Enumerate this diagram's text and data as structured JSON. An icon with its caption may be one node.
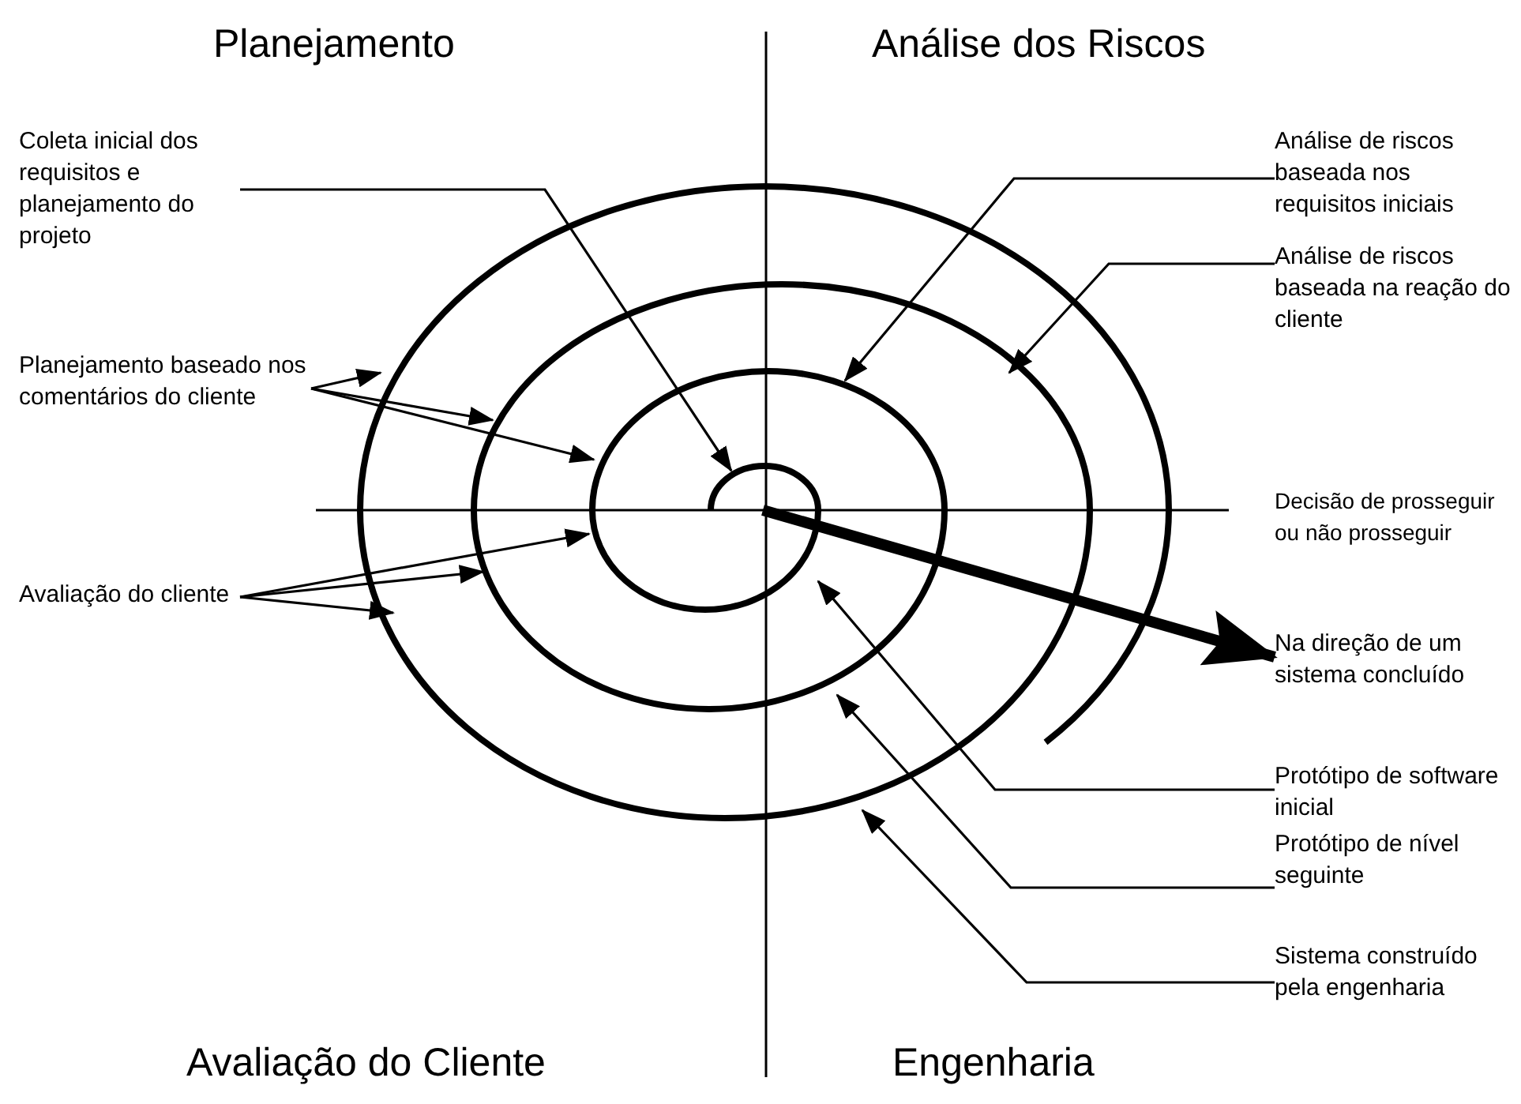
{
  "diagram": {
    "nodes": [
      {
        "text": [
          "Coleta inicial dos requisitos e planejamento do projeto"
        ]
      },
      {
        "text": [
          "Planejamento baseado nos comentários do cliente"
        ]
      },
      {
        "text": [
          "Avaliação do cliente"
        ]
      },
      {
        "text": [
          "Análise de riscos baseada nos requisitos iniciais"
        ]
      },
      {
        "text": [
          "Análise de riscos baseada na reação do cliente"
        ]
      },
      {
        "text": [
          "Na direção de um sistema concluído"
        ]
      },
      {
        "text": [
          "Protótipo de software inicial"
        ]
      },
      {
        "text": [
          "Protótipo de nível seguinte"
        ]
      },
      {
        "text": [
          "Sistema construído pela engenharia"
        ]
      }
    ],
    "edges": [
      {
        "from": 0,
        "to": null,
        "arrow": "to"
      },
      {
        "from": 1,
        "to": null,
        "arrow": "to"
      },
      {
        "from": 1,
        "to": null,
        "arrow": "to"
      },
      {
        "from": 1,
        "to": null,
        "arrow": "to"
      },
      {
        "from": 2,
        "to": null,
        "arrow": "to"
      },
      {
        "from": 2,
        "to": null,
        "arrow": "to"
      },
      {
        "from": 2,
        "to": null,
        "arrow": "to"
      },
      {
        "from": 3,
        "to": null,
        "arrow": "to"
      },
      {
        "from": 4,
        "to": null,
        "arrow": "to"
      },
      {
        "from": null,
        "to": 5,
        "arrow": "to",
        "style": "thick"
      },
      {
        "from": 6,
        "to": null,
        "arrow": "to"
      },
      {
        "from": 7,
        "to": null,
        "arrow": "to"
      },
      {
        "from": 8,
        "to": null,
        "arrow": "to"
      }
    ],
    "labels": [
      "Planejamento",
      "Análise dos Riscos",
      "Decisão de prosseguir ou não prosseguir",
      "Avaliação do Cliente",
      "Engenharia"
    ]
  }
}
